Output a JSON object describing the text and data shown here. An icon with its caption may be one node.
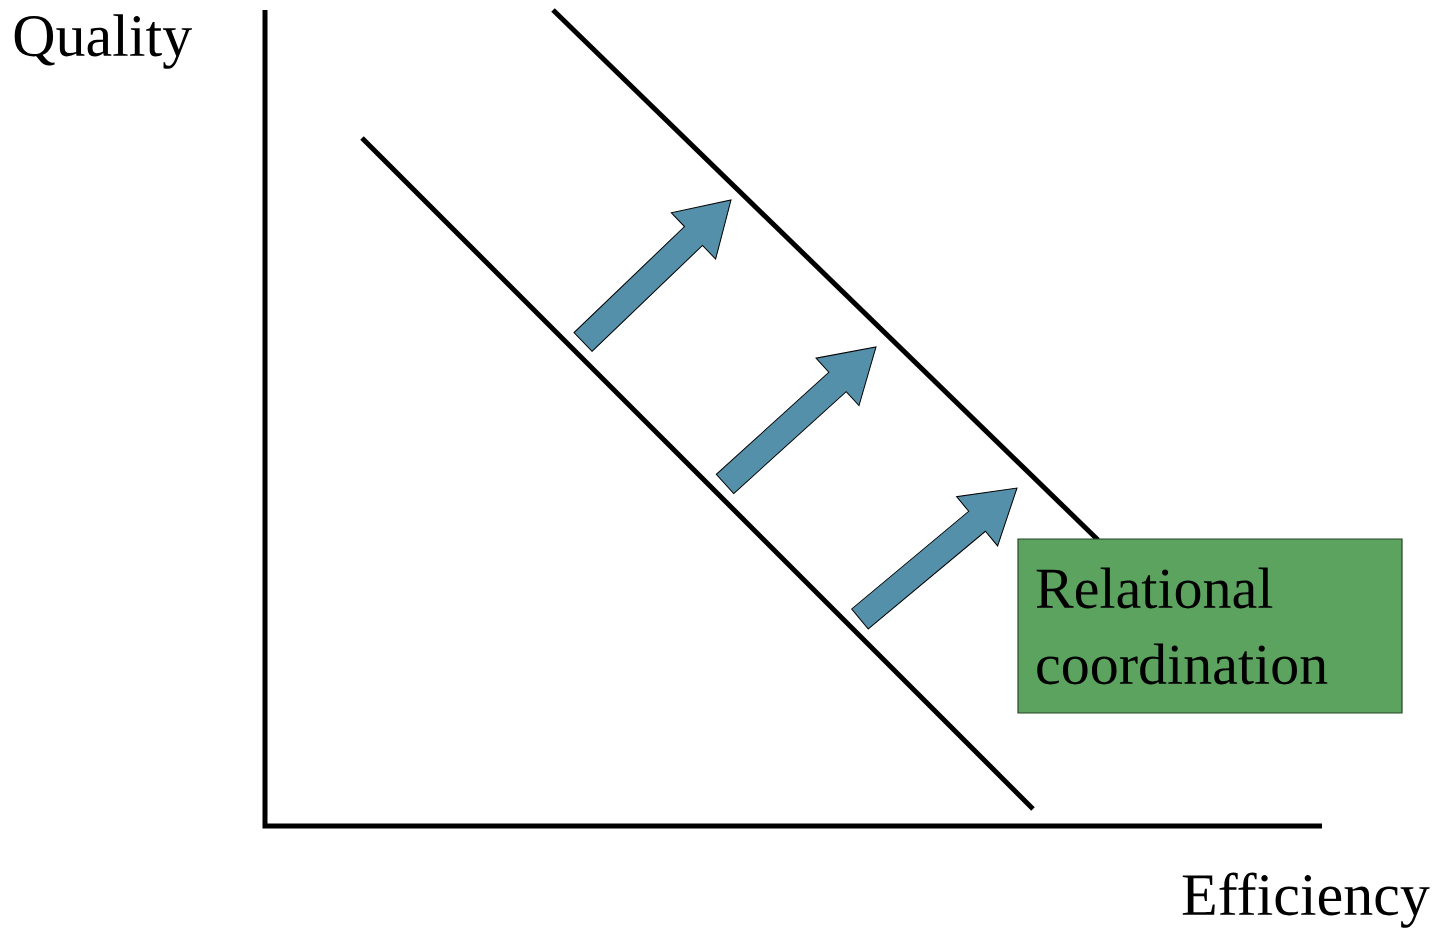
{
  "diagram": {
    "nodes": [
      {
        "text": [
          "Relational coordination"
        ]
      }
    ],
    "labels": [
      "Quality",
      "Efficiency"
    ]
  }
}
